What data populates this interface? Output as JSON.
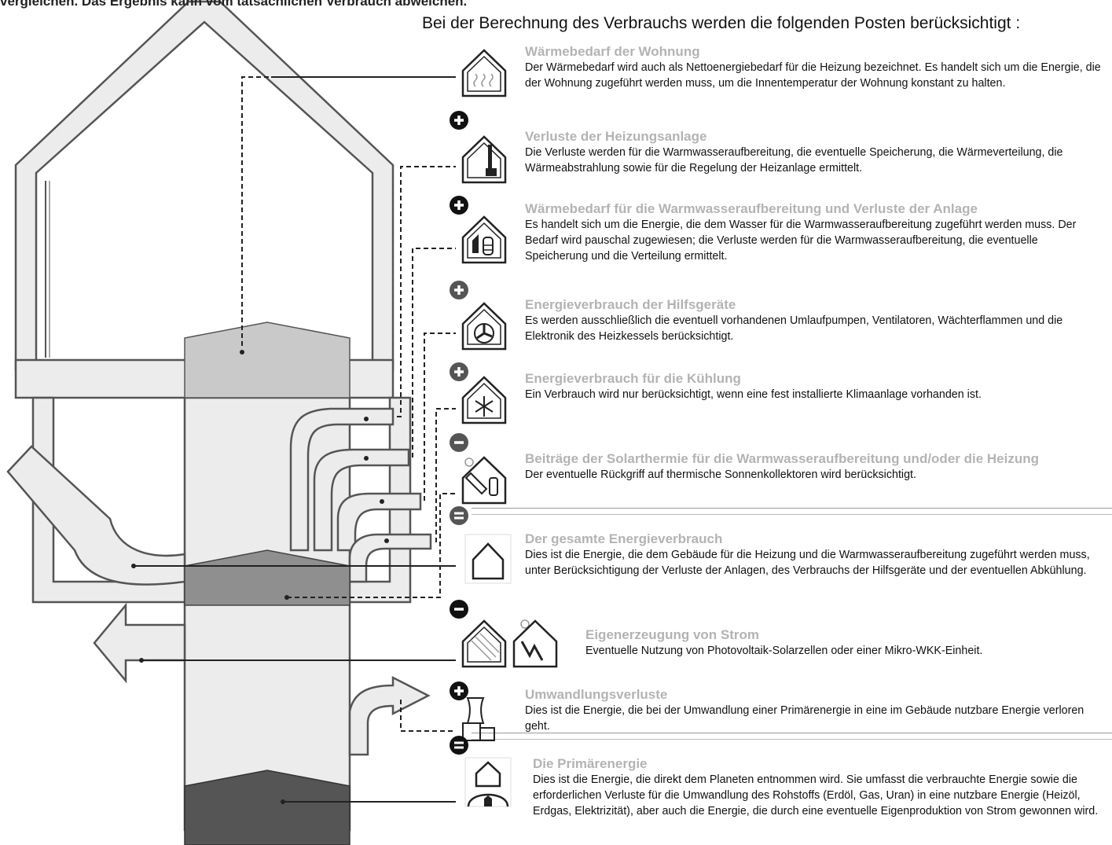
{
  "top_text": "vergleichen. Das Ergebnis kann vom tatsächlichen Verbrauch abweichen.",
  "header": "Bei der Berechnung des Verbrauchs werden die folgenden Posten berücksichtigt :",
  "items": [
    {
      "title": "Wärmebedarf der Wohnung",
      "desc": "Der Wärmebedarf wird auch als Nettoenergiebedarf für die Heizung bezeichnet. Es handelt sich um die Energie, die der Wohnung zugeführt werden muss, um die Innentemperatur der Wohnung konstant zu halten.",
      "icon": "house-heat-icon"
    },
    {
      "title": "Verluste der Heizungsanlage",
      "desc": "Die Verluste werden für die Warmwasseraufbereitung, die eventuelle Speicherung, die Wärmeverteilung, die Wärmeabstrahlung sowie für die Regelung der Heizanlage ermittelt.",
      "icon": "heating-system-icon"
    },
    {
      "title": "Wärmebedarf für die Warmwasseraufbereitung und Verluste der Anlage",
      "desc": "Es handelt sich um die Energie, die dem Wasser für die Warmwasseraufbereitung zugeführt werden muss. Der Bedarf wird pauschal zugewiesen; die Verluste werden für die Warmwasseraufbereitung, die eventuelle Speicherung und die Verteilung ermittelt.",
      "icon": "hot-water-icon"
    },
    {
      "title": "Energieverbrauch der Hilfsgeräte",
      "desc": "Es werden ausschließlich die eventuell vorhandenen Umlaufpumpen, Ventilatoren, Wächterflammen und die Elektronik des Heizkessels berücksichtigt.",
      "icon": "fan-icon"
    },
    {
      "title": "Energieverbrauch für die Kühlung",
      "desc": "Ein Verbrauch wird nur berücksichtigt, wenn eine fest installierte Klimaanlage vorhanden ist.",
      "icon": "snowflake-icon"
    },
    {
      "title": "Beiträge der Solarthermie für die Warmwasseraufbereitung und/oder die Heizung",
      "desc": "Der eventuelle Rückgriff auf thermische Sonnenkollektoren wird berücksichtigt.",
      "icon": "solar-thermal-icon"
    },
    {
      "title": "Der gesamte Energieverbrauch",
      "desc": "Dies ist die Energie, die dem Gebäude für die Heizung und die Warmwasseraufbereitung zugeführt werden muss, unter Berücksichtigung der Verluste der Anlagen, des Verbrauchs der Hilfsgeräte und der eventuellen Abkühlung.",
      "icon": "house-outline-icon"
    },
    {
      "title": "Eigenerzeugung von Strom",
      "desc": "Eventuelle Nutzung von Photovoltaik-Solarzellen oder einer Mikro-WKK-Einheit.",
      "icon": "photovoltaic-icon"
    },
    {
      "title": "Umwandlungsverluste",
      "desc": "Dies ist die Energie, die bei der Umwandlung einer Primärenergie in eine im Gebäude nutzbare Energie verloren geht.",
      "icon": "power-plant-icon"
    },
    {
      "title": "Die Primärenergie",
      "desc": "Dies ist die Energie, die direkt dem Planeten entnommen wird. Sie umfasst die verbrauchte Energie sowie die erforderlichen Verluste für die Umwandlung des Rohstoffs (Erdöl, Gas, Uran) in eine nutzbare Energie (Heizöl, Erdgas, Elektrizität), aber auch die Energie, die durch eine eventuelle Eigenproduktion von Strom gewonnen wird.",
      "icon": "planet-icon"
    }
  ],
  "operators": [
    {
      "symbol": "+",
      "icon": "plus-icon",
      "color": "#111111"
    },
    {
      "symbol": "+",
      "icon": "plus-icon",
      "color": "#111111"
    },
    {
      "symbol": "+",
      "icon": "plus-icon",
      "color": "#555555"
    },
    {
      "symbol": "+",
      "icon": "plus-icon",
      "color": "#555555"
    },
    {
      "symbol": "-",
      "icon": "minus-icon",
      "color": "#555555"
    },
    {
      "symbol": "=",
      "icon": "equals-icon",
      "color": "#555555"
    },
    {
      "symbol": "-",
      "icon": "minus-icon",
      "color": "#111111"
    },
    {
      "symbol": "+",
      "icon": "plus-icon",
      "color": "#111111"
    },
    {
      "symbol": "=",
      "icon": "equals-icon",
      "color": "#111111"
    }
  ],
  "colors": {
    "band": "#ececec",
    "band_outline": "#555555",
    "box_light": "#c9c9c9",
    "box_mid": "#8f8f8f",
    "box_dark": "#555555",
    "title_gray": "#b3b3b3"
  }
}
